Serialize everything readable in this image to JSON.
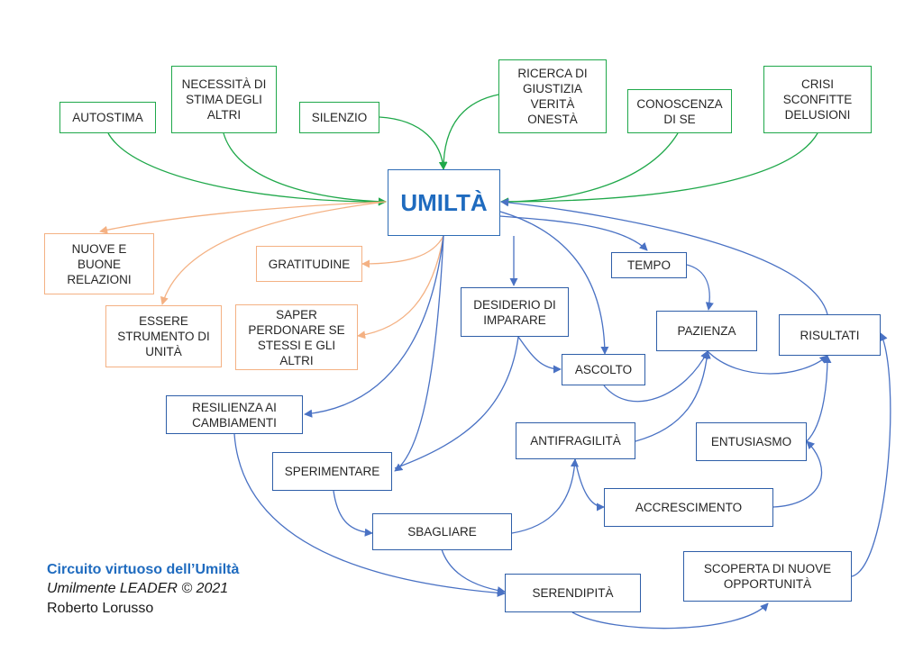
{
  "center": {
    "label": "UMILTÀ",
    "color": "#1f6bbf"
  },
  "colors": {
    "green": "#1fa84a",
    "orange": "#f4b183",
    "blue": "#4a72c4"
  },
  "nodes": {
    "autostima": "AUTOSTIMA",
    "necessita": "NECESSITÀ DI\nSTIMA DEGLI\nALTRI",
    "silenzio": "SILENZIO",
    "ricerca": "RICERCA DI\nGIUSTIZIA\nVERITÀ\nONESTÀ",
    "conoscenza": "CONOSCENZA\nDI SE",
    "crisi": "CRISI\nSCONFITTE\nDELUSIONI",
    "nuove": "NUOVE E\nBUONE\nRELAZIONI",
    "gratitudine": "GRATITUDINE",
    "essere": "ESSERE\nSTRUMENTO DI\nUNITÀ",
    "saper": "SAPER\nPERDONARE SE\nSTESSI E GLI\nALTRI",
    "tempo": "TEMPO",
    "desiderio": "DESIDERIO DI\nIMPARARE",
    "pazienza": "PAZIENZA",
    "risultati": "RISULTATI",
    "ascolto": "ASCOLTO",
    "resilienza": "RESILIENZA AI\nCAMBIAMENTI",
    "antifragilita": "ANTIFRAGILITÀ",
    "entusiasmo": "ENTUSIASMO",
    "sperimentare": "SPERIMENTARE",
    "accrescimento": "ACCRESCIMENTO",
    "sbagliare": "SBAGLIARE",
    "scoperta": "SCOPERTA DI NUOVE\nOPPORTUNITÀ",
    "serendipita": "SERENDIPITÀ"
  },
  "caption": {
    "line1": "Circuito virtuoso dell’Umiltà",
    "line2": "Umilmente LEADER © 2021",
    "line3": "Roberto Lorusso"
  }
}
